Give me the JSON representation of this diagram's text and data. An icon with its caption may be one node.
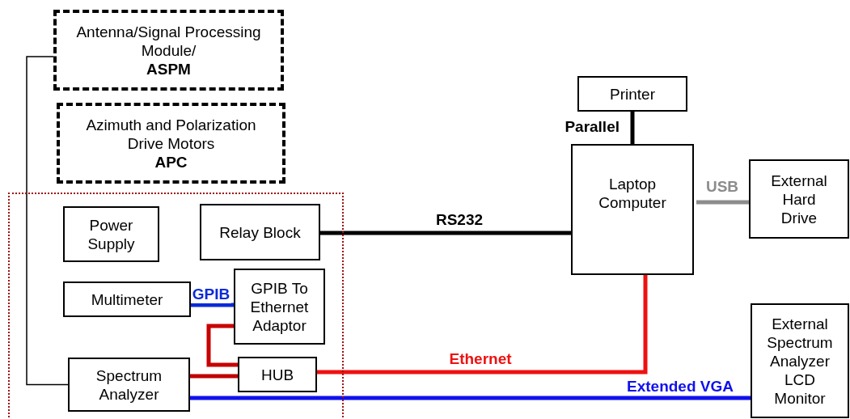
{
  "diagram": {
    "nodes": [
      {
        "text": [
          "Antenna/Signal Processing Module/",
          "ASPM"
        ]
      },
      {
        "text": [
          "Azimuth and Polarization Drive Motors",
          "APC"
        ]
      },
      {
        "text": [],
        "shape": "box"
      },
      {
        "text": [
          "Power Supply"
        ],
        "in": 2
      },
      {
        "text": [
          "Relay Block"
        ],
        "in": 2
      },
      {
        "text": [
          "Multimeter"
        ],
        "in": 2
      },
      {
        "text": [
          "GPIB To Ethernet Adaptor"
        ],
        "in": 2
      },
      {
        "text": [
          "Spectrum Analyzer"
        ],
        "in": 2
      },
      {
        "text": [
          "HUB"
        ],
        "in": 2
      },
      {
        "text": [
          "Printer"
        ]
      },
      {
        "text": [
          "Laptop Computer"
        ]
      },
      {
        "text": [
          "External Hard Drive"
        ]
      },
      {
        "text": [
          "External Spectrum Analyzer LCD Monitor"
        ]
      }
    ],
    "edges": [
      {
        "from": 0,
        "to": 7,
        "arrow": "none"
      },
      {
        "from": 4,
        "to": 10,
        "arrow": "none",
        "label": "RS232"
      },
      {
        "from": 9,
        "to": 10,
        "arrow": "none",
        "label": "Parallel"
      },
      {
        "from": 10,
        "to": 11,
        "arrow": "none",
        "label": "USB",
        "color": "#8c8c8c"
      },
      {
        "from": 5,
        "to": 6,
        "arrow": "none",
        "label": "GPIB",
        "color": "#0a2bd8"
      },
      {
        "from": 6,
        "to": 8,
        "arrow": "none",
        "color": "#c80000"
      },
      {
        "from": 7,
        "to": 8,
        "arrow": "none",
        "color": "#c00000"
      },
      {
        "from": 8,
        "to": 10,
        "arrow": "none",
        "label": "Ethernet",
        "color": "#ee1111"
      },
      {
        "from": 7,
        "to": 12,
        "arrow": "none",
        "label": "Extended VGA",
        "color": "#1010ee"
      }
    ]
  }
}
